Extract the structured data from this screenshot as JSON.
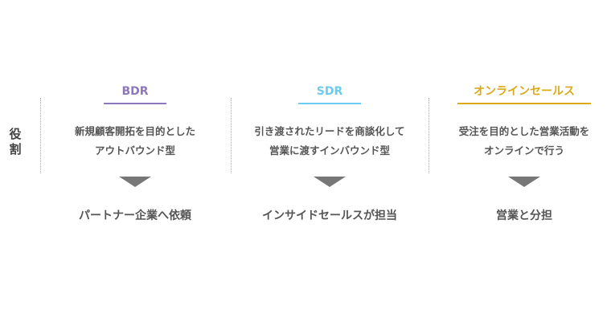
{
  "role_label": "役割",
  "columns": [
    {
      "title": "BDR",
      "color": "#8d77bd",
      "desc1": "新規顧客開拓を目的とした",
      "desc2": "アウトバウンド型",
      "result": "パートナー企業へ依頼"
    },
    {
      "title": "SDR",
      "color": "#6ccbf0",
      "desc1": "引き渡されたリードを商談化して",
      "desc2": "営業に渡すインバウンド型",
      "result": "インサイドセールスが担当"
    },
    {
      "title": "オンラインセールス",
      "color": "#dca918",
      "desc1": "受注を目的とした営業活動を",
      "desc2": "オンラインで行う",
      "result": "営業と分担"
    }
  ]
}
